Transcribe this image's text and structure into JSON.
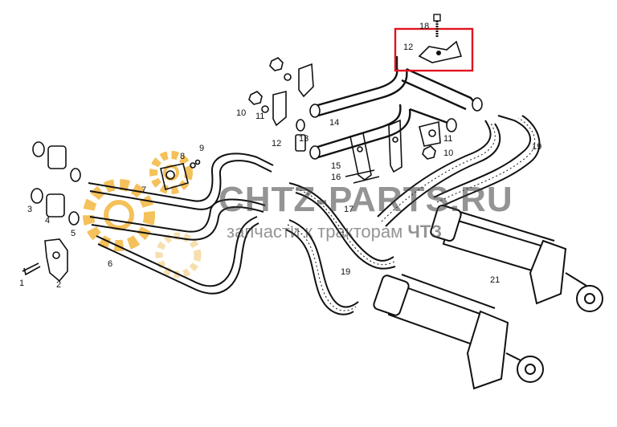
{
  "callouts": [
    "1",
    "2",
    "3",
    "4",
    "5",
    "6",
    "7",
    "8",
    "9",
    "10",
    "11",
    "12",
    "13",
    "14",
    "15",
    "16",
    "17",
    "18",
    "19",
    "21"
  ],
  "watermark": {
    "title": "CHTZ-PARTS.RU",
    "subtitle_prefix": "запчасти к тракторам ",
    "subtitle_brand": "ЧТЗ"
  },
  "colors": {
    "line": "#111111",
    "highlight": "#e0141e",
    "gear": "#f2b233",
    "watermark": "#3c3c3c"
  },
  "icons": [
    "gear-logo-icon"
  ]
}
